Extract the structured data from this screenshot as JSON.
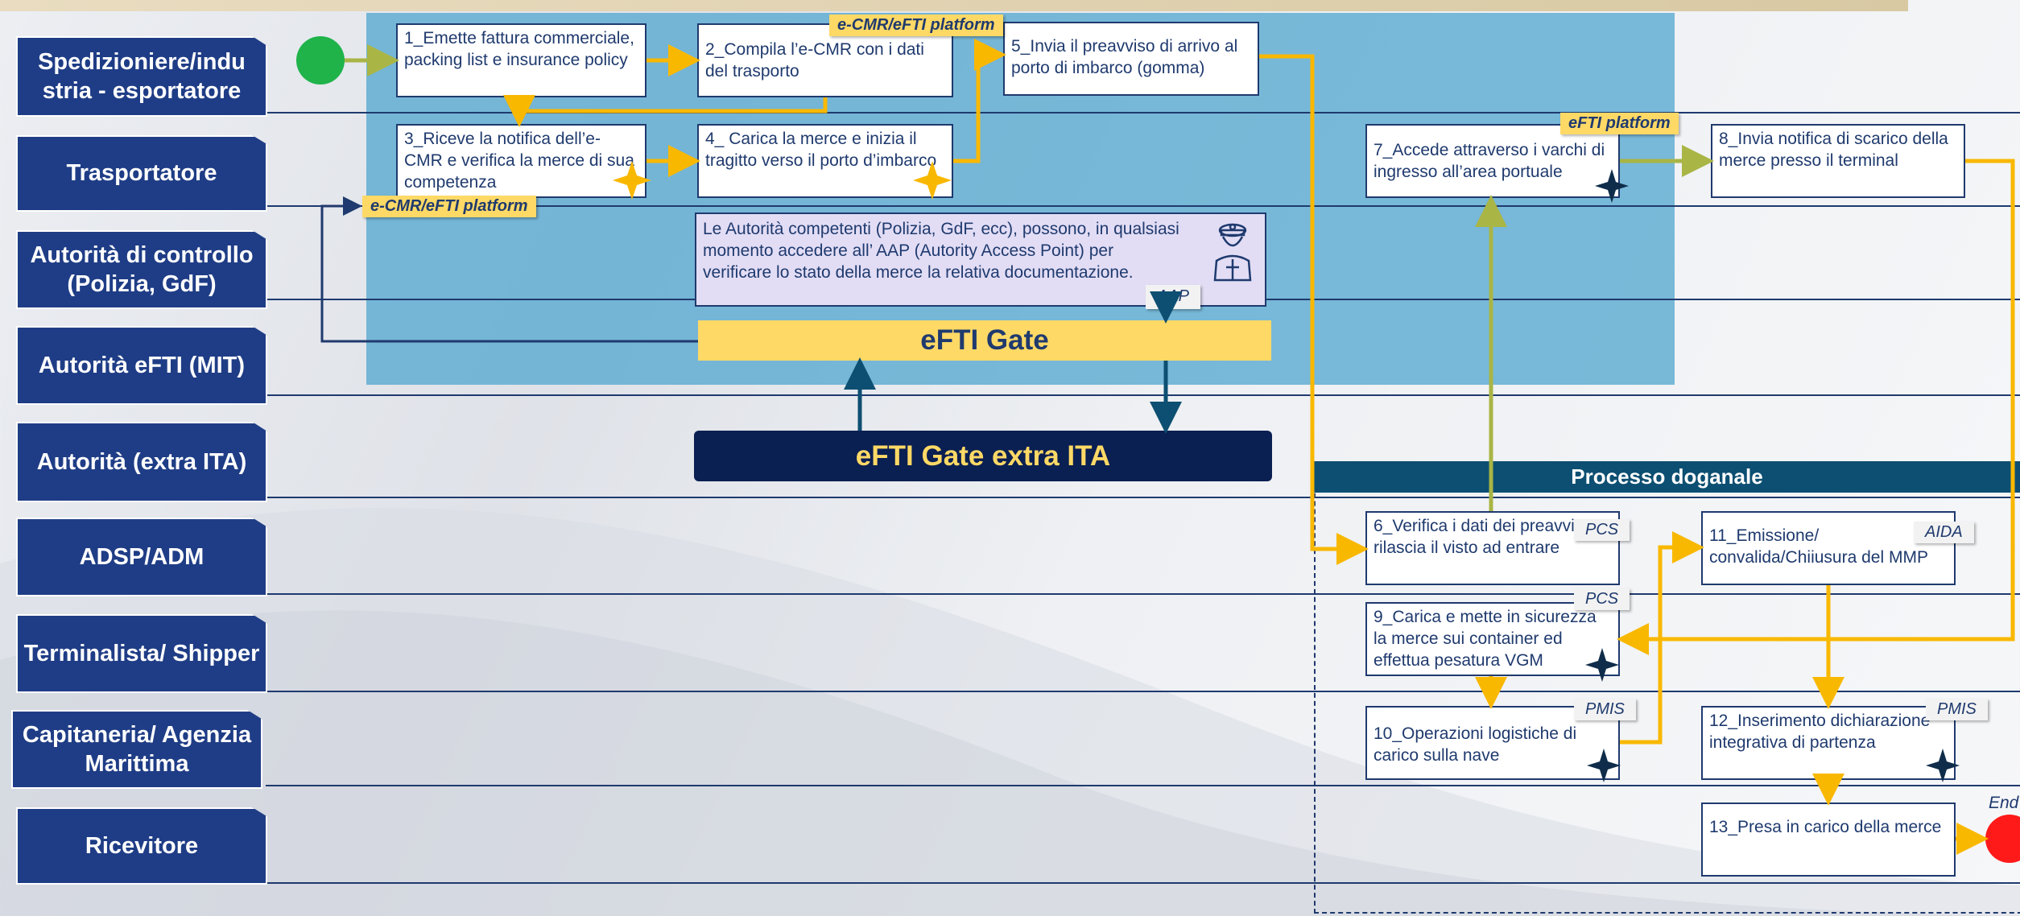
{
  "lanes": [
    {
      "label": "Spedizioniere/indu stria - esportatore"
    },
    {
      "label": "Trasportatore"
    },
    {
      "label": "Autorità di controllo (Polizia, GdF)"
    },
    {
      "label": "Autorità eFTI (MIT)"
    },
    {
      "label": "Autorità (extra ITA)"
    },
    {
      "label": "ADSP/ADM"
    },
    {
      "label": "Terminalista/ Shipper"
    },
    {
      "label": "Capitaneria/ Agenzia Marittima"
    },
    {
      "label": "Ricevitore"
    }
  ],
  "steps": {
    "s1": "1_Emette fattura commerciale, packing list e insurance policy",
    "s2": "2_Compila l’e-CMR con i dati del trasporto",
    "s3": "3_Riceve la notifica dell’e-CMR e verifica la merce di sua competenza",
    "s4": "4_ Carica la merce e inizia il tragitto verso il porto d’imbarco",
    "s5": "5_Invia il preavviso di arrivo al porto di imbarco (gomma)",
    "s6": "6_Verifica i dati  dei preavviso e rilascia il visto ad entrare",
    "s7": "7_Accede attraverso i varchi di ingresso all’area portuale",
    "s8": "8_Invia notifica di scarico della merce presso il terminal",
    "s9": "9_Carica e mette in sicurezza la merce sui container ed effettua pesatura VGM",
    "s10": "10_Operazioni logistiche di carico sulla nave",
    "s11": "11_Emissione/ convalida/Chiiusura del MMP",
    "s12": "12_Inserimento dichiarazione integrativa di partenza",
    "s13": "13_Presa in carico della merce"
  },
  "platforms": {
    "ecmr_top": "e-CMR/eFTI platform",
    "ecmr_side": "e-CMR/eFTI platform",
    "efti": "eFTI platform"
  },
  "systems": {
    "aap": "AAP",
    "pcs1": "PCS",
    "pcs2": "PCS",
    "pmis1": "PMIS",
    "pmis2": "PMIS",
    "aida": "AIDA"
  },
  "authority_note": "Le Autorità competenti (Polizia, GdF, ecc), possono, in qualsiasi momento accedere all’ AAP (Autority Access Point) per verificare lo stato della merce la relativa documentazione.",
  "gates": {
    "efti_gate": "eFTI Gate",
    "efti_gate_extra": "eFTI Gate extra ITA"
  },
  "customs_title": "Processo doganale",
  "end_label": "End",
  "colors": {
    "lane_label": "#1f3d86",
    "arrow_yellow": "#f9b800",
    "arrow_olive": "#a9b545",
    "platform_tag": "#ffd966",
    "blue_region": "#56a8cf",
    "start": "#1fb34a",
    "end": "#ff1a1a"
  }
}
